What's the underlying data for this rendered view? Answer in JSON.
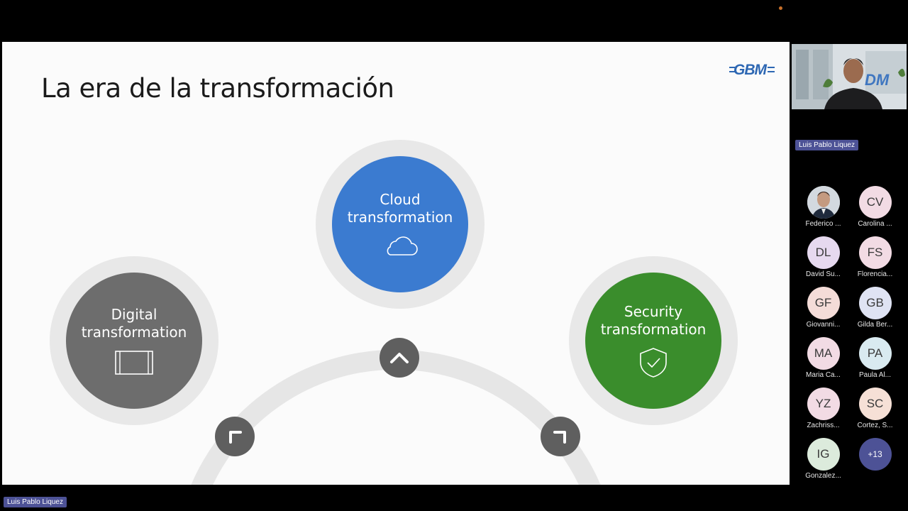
{
  "slide": {
    "title": "La era de la transformación",
    "logo": "GBM",
    "circles": {
      "cloud": {
        "label": "Cloud\ntransformation",
        "color": "#3b7bd0",
        "icon": "cloud-icon"
      },
      "digital": {
        "label": "Digital\ntransformation",
        "color": "#6d6d6d",
        "icon": "screen-icon"
      },
      "security": {
        "label": "Security\ntransformation",
        "color": "#3a8d2c",
        "icon": "shield-check-icon"
      }
    }
  },
  "presenter": {
    "name": "Luis Pablo Liquez",
    "bottom_label": "Luis Pablo Liquez"
  },
  "participants": [
    {
      "initials": "",
      "name": "Federico ...",
      "photo": true,
      "bg": "#d0d6dd"
    },
    {
      "initials": "CV",
      "name": "Carolina ...",
      "bg": "#f2dbe4"
    },
    {
      "initials": "DL",
      "name": "David Su...",
      "bg": "#e6d9ef"
    },
    {
      "initials": "FS",
      "name": "Florencia...",
      "bg": "#f2dbe4"
    },
    {
      "initials": "GF",
      "name": "Giovanni...",
      "bg": "#f4dcd8"
    },
    {
      "initials": "GB",
      "name": "Gilda Ber...",
      "bg": "#dfe3f3"
    },
    {
      "initials": "MA",
      "name": "Maria Ca...",
      "bg": "#f2dbe4"
    },
    {
      "initials": "PA",
      "name": "Paula Al...",
      "bg": "#d9eaf0"
    },
    {
      "initials": "YZ",
      "name": "Zachriss...",
      "bg": "#f2dbe4"
    },
    {
      "initials": "SC",
      "name": "Cortez, S...",
      "bg": "#f6e0d6"
    },
    {
      "initials": "IG",
      "name": "Gonzalez...",
      "bg": "#dcebdc"
    },
    {
      "initials": "+13",
      "name": "",
      "bg": "#4d5296",
      "more": true
    }
  ]
}
